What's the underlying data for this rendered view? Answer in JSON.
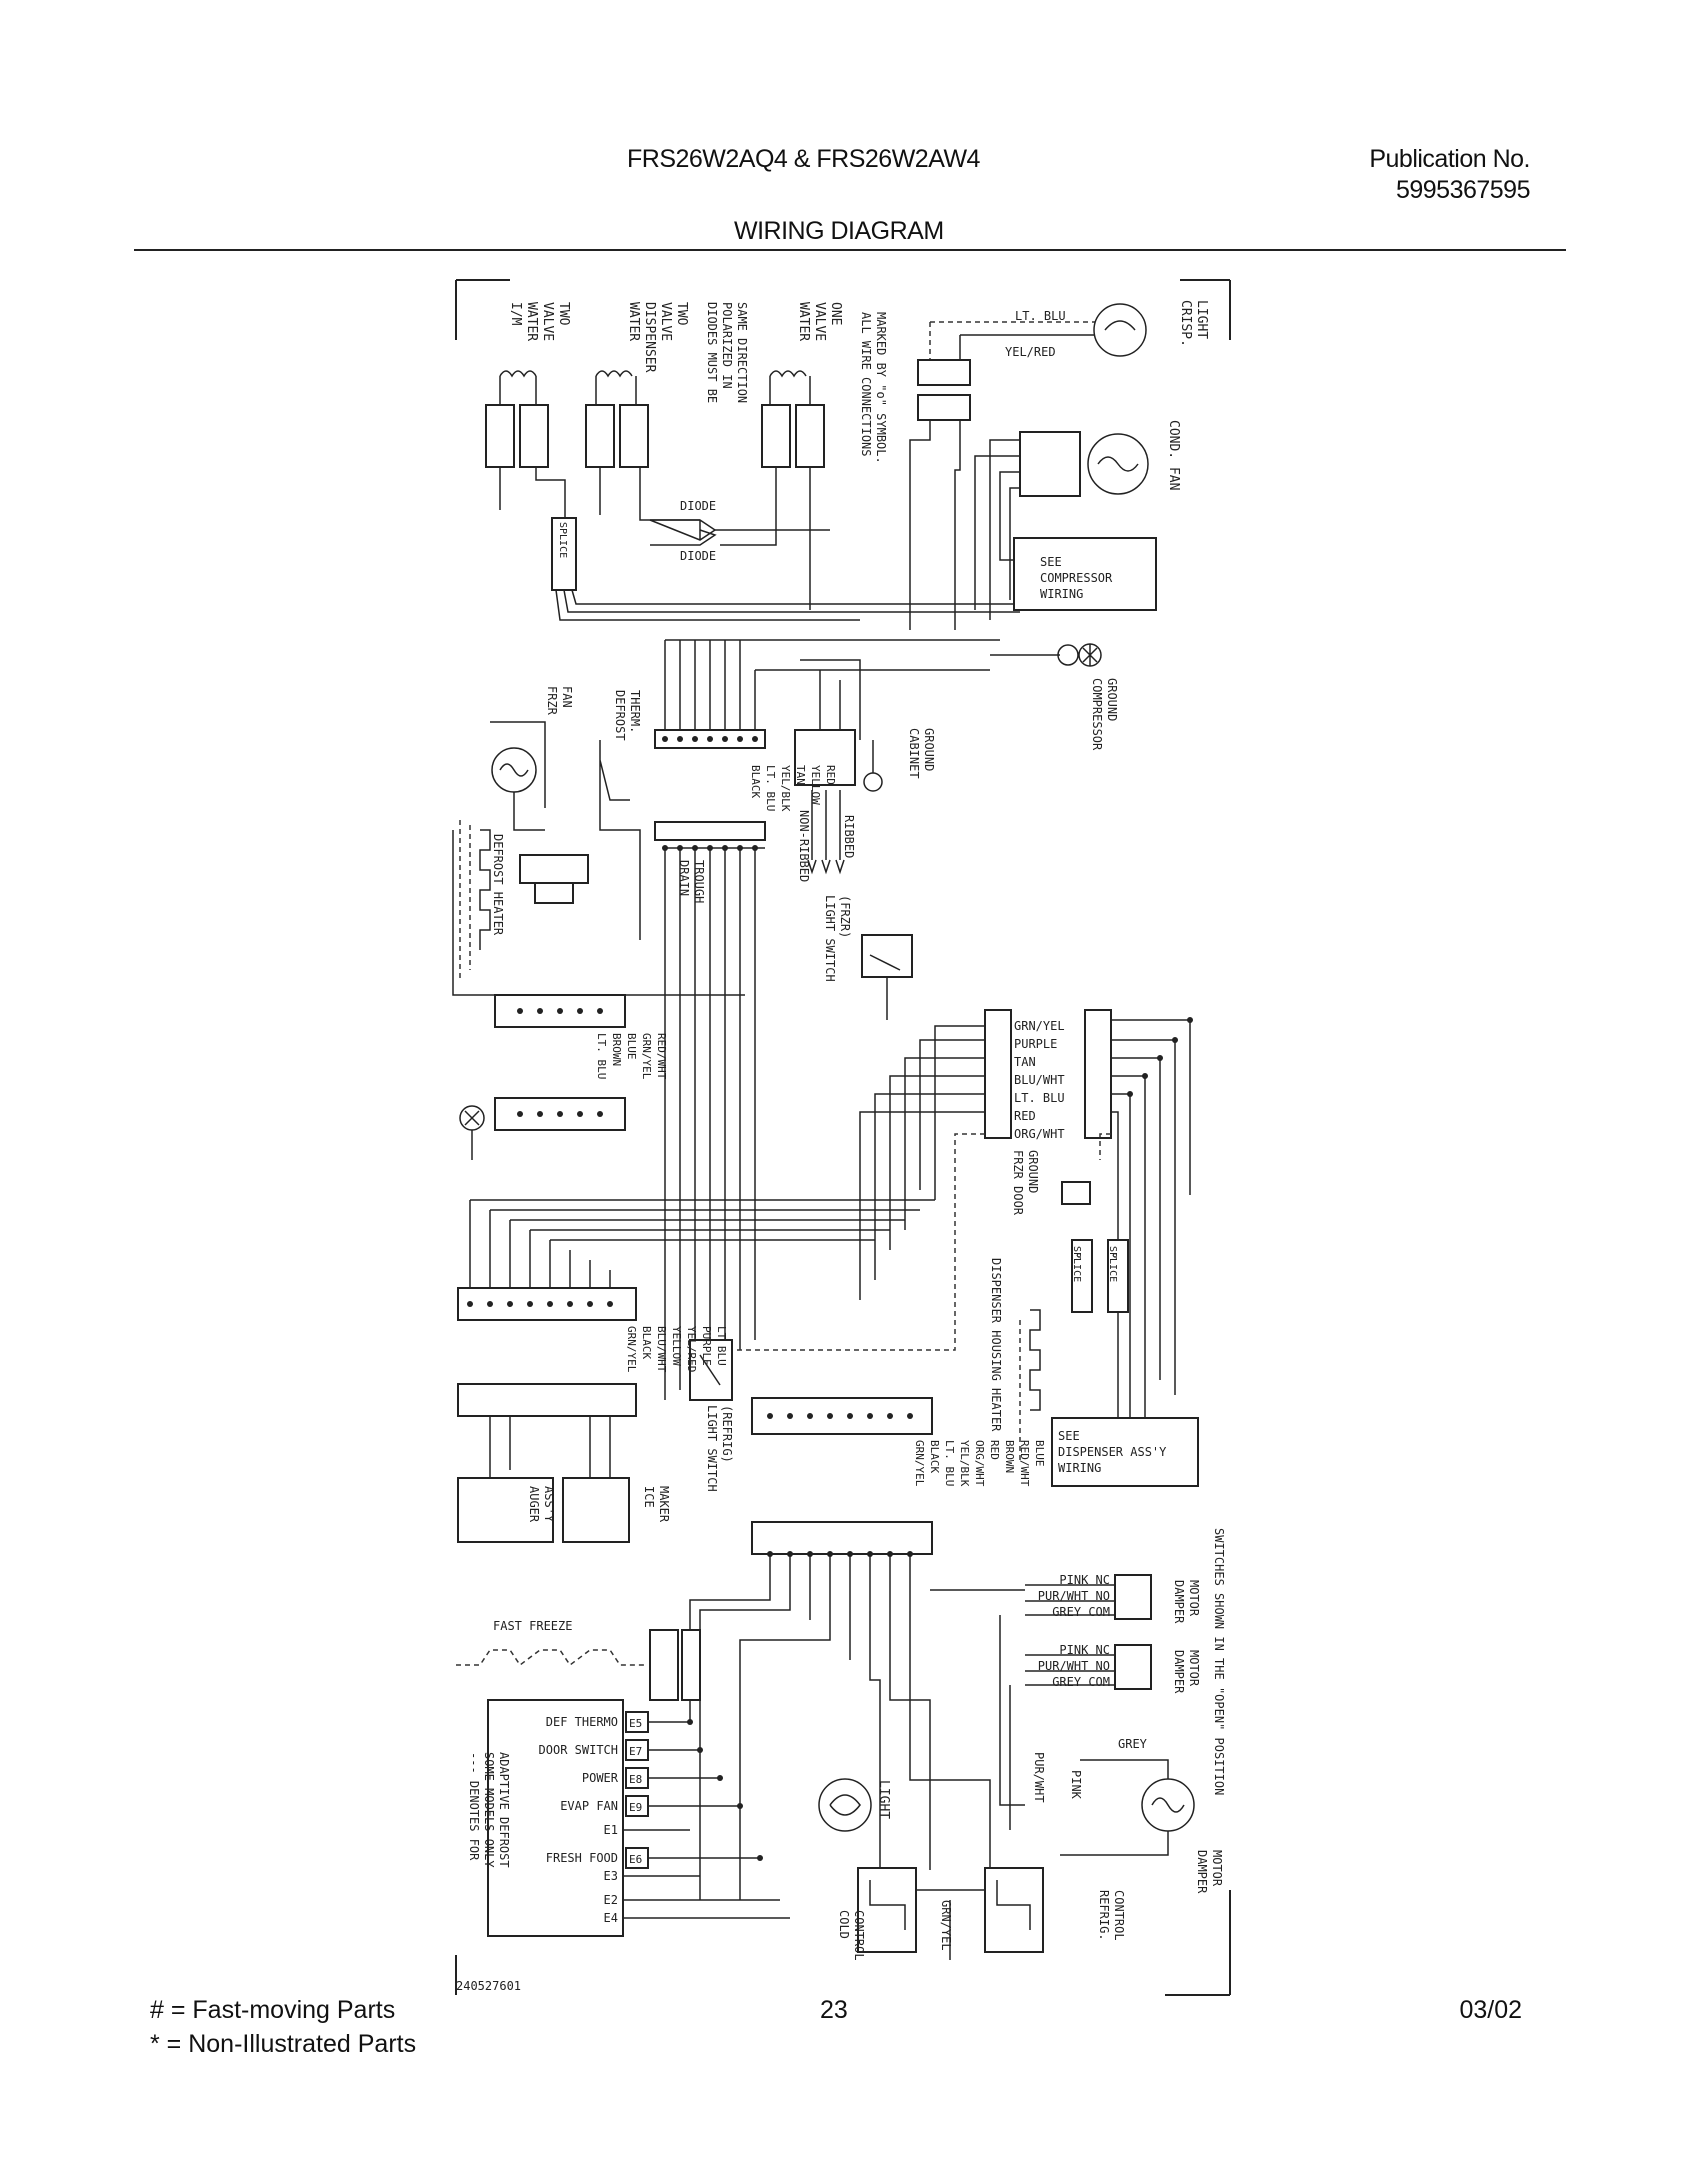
{
  "header": {
    "model": "FRS26W2AQ4 & FRS26W2AW4",
    "publication_label": "Publication No.",
    "publication_number": "5995367595",
    "title": "WIRING DIAGRAM"
  },
  "footer": {
    "fast_moving": "#  =  Fast-moving Parts",
    "non_illustrated": "*  =  Non-Illustrated Parts",
    "page_number": "23",
    "date": "03/02"
  },
  "diagram": {
    "drawing_number": "240527601",
    "vertical_labels": {
      "im_water_valve": [
        "I/M",
        "WATER",
        "VALVE",
        "TWO"
      ],
      "water_dispenser_valve": [
        "WATER",
        "DISPENSER",
        "VALVE",
        "TWO"
      ],
      "diodes_note": [
        "DIODES MUST BE",
        "POLARIZED IN",
        "SAME DIRECTION"
      ],
      "water_valve_one": [
        "WATER",
        "VALVE",
        "ONE"
      ],
      "connections_note": [
        "ALL WIRE CONNECTIONS",
        "MARKED BY \"o\" SYMBOL."
      ],
      "crisp_light": [
        "CRISP.",
        "LIGHT"
      ],
      "cond_fan": [
        "COND. FAN"
      ],
      "compressor_ground": [
        "COMPRESSOR",
        "GROUND"
      ],
      "cabinet_ground": [
        "CABINET",
        "GROUND"
      ],
      "frzr_fan": [
        "FRZR",
        "FAN"
      ],
      "defrost_therm": [
        "DEFROST",
        "THERM."
      ],
      "defrost_heater": [
        "DEFROST HEATER"
      ],
      "drain_trough": [
        "DRAIN",
        "TROUGH"
      ],
      "ribbed": [
        "RIBBED"
      ],
      "non_ribbed": [
        "NON-RIBBED"
      ],
      "light_switch_frzr": [
        "LIGHT SWITCH",
        "(FRZR)"
      ],
      "conn_a_colors": [
        "BLACK",
        "LT. BLU",
        "YEL/BLK",
        "TAN",
        "YELLOW",
        "RED"
      ],
      "conn_b_colors": [
        "LT. BLU",
        "BROWN",
        "BLUE",
        "GRN/YEL",
        "RED/WHT"
      ],
      "frzr_door_ground": [
        "FRZR DOOR",
        "GROUND"
      ],
      "dispenser_housing_heater": [
        "DISPENSER HOUSING HEATER"
      ],
      "conn_c_colors": [
        "GRN/YEL",
        "BLACK",
        "BLU/WHT",
        "YELLOW",
        "YEL/RED",
        "PURPLE",
        "LT BLU"
      ],
      "light_switch_refrig": [
        "LIGHT SWITCH",
        "(REFRIG)"
      ],
      "conn_d_colors": [
        "GRN/YEL",
        "BLACK",
        "LT. BLU",
        "YEL/BLK",
        "ORG/WHT",
        "RED",
        "BROWN",
        "RED/WHT",
        "BLUE"
      ],
      "auger_assy": [
        "AUGER",
        "ASS'Y"
      ],
      "ice_maker": [
        "ICE",
        "MAKER"
      ],
      "switches_note": [
        "SWITCHES SHOWN IN THE \"OPEN\" POSITION"
      ],
      "damper_motor_1": [
        "DAMPER",
        "MOTOR"
      ],
      "damper_motor_2": [
        "DAMPER",
        "MOTOR"
      ],
      "damper_motor_3": [
        "DAMPER",
        "MOTOR"
      ],
      "adaptive_note": [
        "--- DENOTES FOR",
        "SOME MODELS ONLY",
        "ADAPTIVE DEFROST"
      ],
      "light": [
        "LIGHT"
      ],
      "pur_wht": [
        "PUR/WHT"
      ],
      "pink": [
        "PINK"
      ],
      "cold_control": [
        "COLD",
        "CONTROL"
      ],
      "grn_yel": [
        "GRN/YEL"
      ],
      "refrig_control": [
        "REFRIG.",
        "CONTROL"
      ]
    },
    "horizontal_labels": {
      "lt_blu": "LT. BLU",
      "yel_red": "YEL/RED",
      "diode_top": "DIODE",
      "diode_bottom": "DIODE",
      "splice_1": "SPLICE",
      "splice_2": "SPLICE",
      "splice_3": "SPLICE",
      "see_compressor": [
        "SEE",
        "COMPRESSOR",
        "WIRING"
      ],
      "see_dispenser": [
        "SEE",
        "DISPENSER ASS'Y",
        "WIRING"
      ],
      "frzr_door_conn": [
        "GRN/YEL",
        "PURPLE",
        "TAN",
        "BLU/WHT",
        "LT. BLU",
        "RED",
        "ORG/WHT"
      ],
      "fast_freeze": "FAST FREEZE",
      "damper_switch_1": [
        "PINK NC",
        "PUR/WHT NO",
        "GREY COM"
      ],
      "damper_switch_2": [
        "PINK NC",
        "PUR/WHT NO",
        "GREY COM"
      ],
      "grey": "GREY",
      "control_board": [
        "DEF THERMO",
        "DOOR SWITCH",
        "POWER",
        "EVAP FAN",
        "E1",
        "FRESH FOOD",
        "E3",
        "E2",
        "E4"
      ],
      "board_terminals": [
        "E5",
        "E7",
        "E8",
        "E9",
        "E6"
      ]
    }
  }
}
